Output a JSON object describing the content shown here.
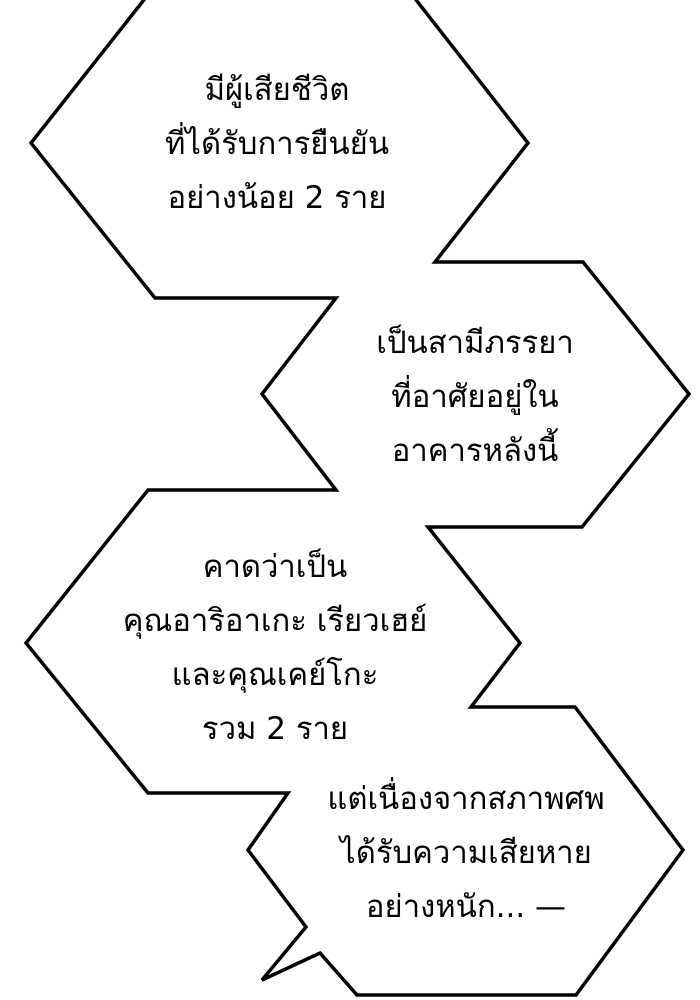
{
  "bubbles": [
    {
      "lines": [
        "มีผู้เสียชีวิต",
        "ที่ได้รับการยืนยัน",
        "อย่างน้อย 2 ราย"
      ]
    },
    {
      "lines": [
        "เป็นสามีภรรยา",
        "ที่อาศัยอยู่ใน",
        "อาคารหลังนี้"
      ]
    },
    {
      "lines": [
        "คาดว่าเป็น",
        "คุณอาริอาเกะ เรียวเฮย์",
        "และคุณเคย์โกะ",
        "รวม 2 ราย"
      ]
    },
    {
      "lines": [
        "แต่เนื่องจากสภาพศพ",
        "ได้รับความเสียหาย",
        "อย่างหนัก... —"
      ]
    }
  ],
  "colors": {
    "background": "#ffffff",
    "outline": "#000000",
    "text": "#000000"
  }
}
